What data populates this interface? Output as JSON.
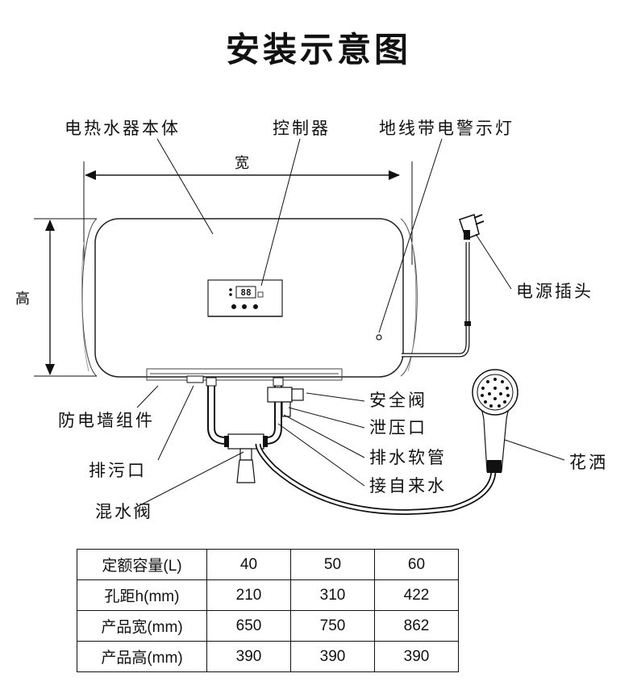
{
  "title": "安装示意图",
  "labels": {
    "body": "电热水器本体",
    "controller": "控制器",
    "ground_lamp": "地线带电警示灯",
    "width": "宽",
    "height": "高",
    "plug": "电源插头",
    "safety_valve": "安全阀",
    "relief_port": "泄压口",
    "drain_hose": "排水软管",
    "water_inlet": "接自来水",
    "shower": "花洒",
    "anti_shock": "防电墙组件",
    "drain_port": "排污口",
    "mixing_valve": "混水阀"
  },
  "display": {
    "reading": "88"
  },
  "spec_table": {
    "rows": [
      {
        "label": "定额容量(L)",
        "values": [
          "40",
          "50",
          "60"
        ]
      },
      {
        "label": "孔距h(mm)",
        "values": [
          "210",
          "310",
          "422"
        ]
      },
      {
        "label": "产品宽(mm)",
        "values": [
          "650",
          "750",
          "862"
        ]
      },
      {
        "label": "产品高(mm)",
        "values": [
          "390",
          "390",
          "390"
        ]
      }
    ]
  }
}
